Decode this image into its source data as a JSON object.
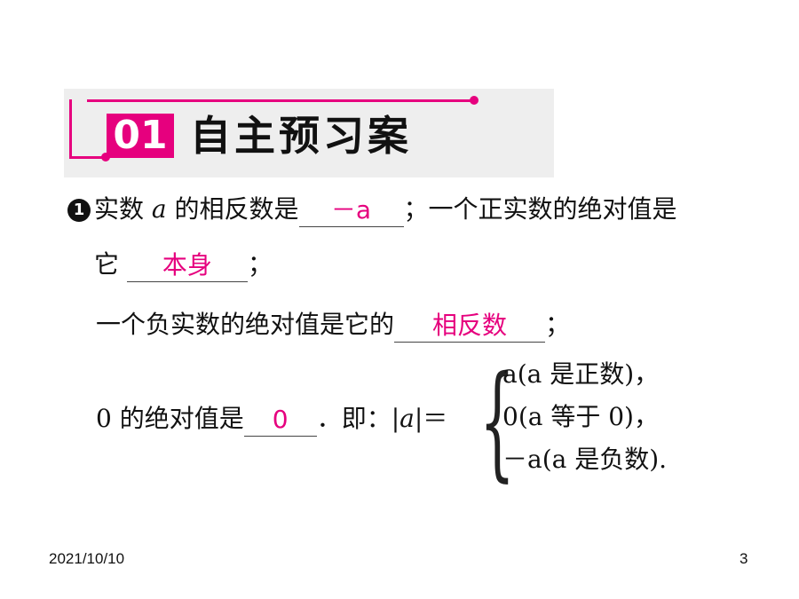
{
  "header": {
    "section_number": "01",
    "section_title": "自主预习案"
  },
  "question1": {
    "badge": "1",
    "line1_part1": "实数 ",
    "var_a": "a",
    "line1_part2": " 的相反数是",
    "answer1": "－a",
    "line1_part3": "；一个正实数的绝对值是",
    "line2_part1": "它",
    "answer2": "本身",
    "line2_part2": "；",
    "line3_part1": "一个负实数的绝对值是它的",
    "answer3": "相反数",
    "line3_part2": "；",
    "line4_part1": "0 的绝对值是",
    "answer4": "0",
    "line4_part2": "．即：|",
    "line4_part3": "|＝",
    "cases": [
      "a(a 是正数)，",
      "0(a 等于 0)，",
      "－a(a 是负数)."
    ]
  },
  "footer": {
    "date": "2021/10/10",
    "page": "3"
  }
}
